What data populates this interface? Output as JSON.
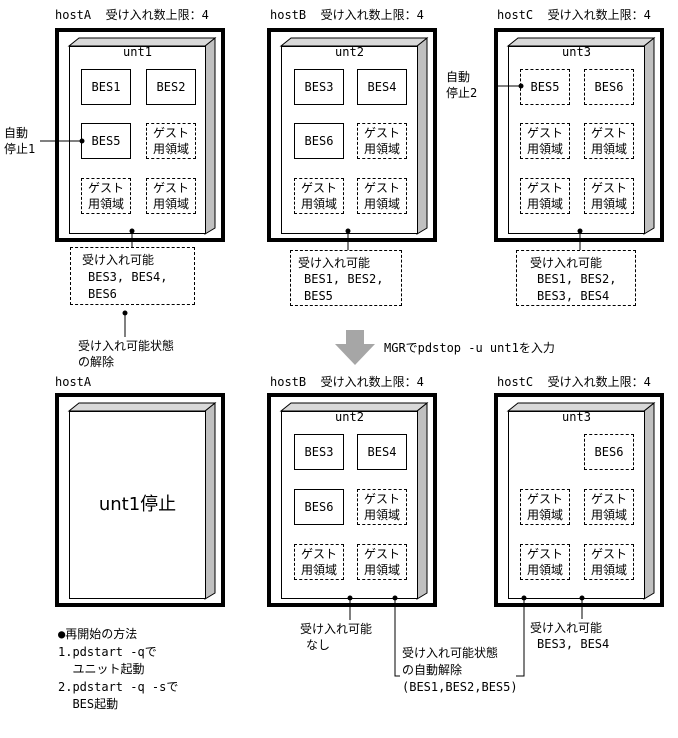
{
  "top": {
    "hostA_header": "hostA  受け入れ数上限：4",
    "hostB_header": "hostB  受け入れ数上限：4",
    "hostC_header": "hostC  受け入れ数上限：4",
    "unit1": "unt1",
    "unit2": "unt2",
    "unit3": "unt3",
    "a_bes1": "BES1",
    "a_bes2": "BES2",
    "a_bes5": "BES5",
    "b_bes3": "BES3",
    "b_bes4": "BES4",
    "b_bes6": "BES6",
    "c_bes5": "BES5",
    "c_bes6": "BES6",
    "guest_line1": "ゲスト",
    "guest_line2": "用領域",
    "auto_stop1_line1": "自動",
    "auto_stop1_line2": "停止1",
    "auto_stop2_line1": "自動",
    "auto_stop2_line2": "停止2",
    "a_accept_title": "受け入れ可能",
    "a_accept_line1": "BES3, BES4,",
    "a_accept_line2": "BES6",
    "b_accept_title": "受け入れ可能",
    "b_accept_line1": "BES1, BES2,",
    "b_accept_line2": "BES5",
    "c_accept_title": "受け入れ可能",
    "c_accept_line1": "BES1, BES2,",
    "c_accept_line2": "BES3, BES4",
    "release_line1": "受け入れ可能状態",
    "release_line2": "の解除"
  },
  "arrow_label": "MGRでpdstop -u unt1を入力",
  "bottom": {
    "hostA_header": "hostA",
    "hostB_header": "hostB  受け入れ数上限：4",
    "hostC_header": "hostC  受け入れ数上限：4",
    "unit1_stopped": "unt1停止",
    "unit2": "unt2",
    "unit3": "unt3",
    "b_bes3": "BES3",
    "b_bes4": "BES4",
    "b_bes6": "BES6",
    "c_bes6": "BES6",
    "b_accept_line1": "受け入れ可能",
    "b_accept_line2": "なし",
    "auto_release_line1": "受け入れ可能状態",
    "auto_release_line2": "の自動解除",
    "auto_release_line3": "(BES1,BES2,BES5)",
    "c_accept_line1": "受け入れ可能",
    "c_accept_line2": "BES3, BES4"
  },
  "restart": {
    "title": "●再開始の方法",
    "step1_line1": "1.pdstart -qで",
    "step1_line2": "  ユニット起動",
    "step2_line1": "2.pdstart -q -sで",
    "step2_line2": "  BES起動"
  },
  "colors": {
    "arrow": "#a6a6a6",
    "slab_side": "#c0c0c0",
    "slab_top": "#d9d9d9"
  }
}
